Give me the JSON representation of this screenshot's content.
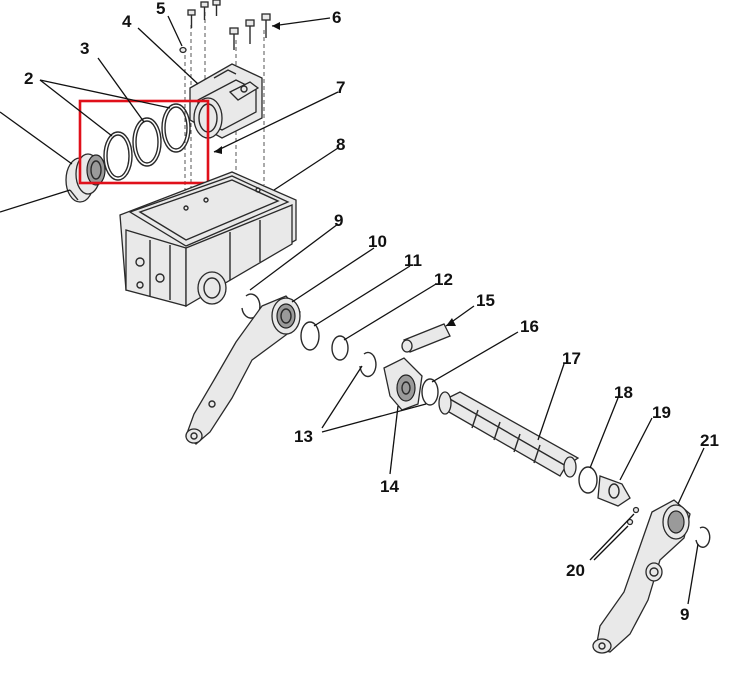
{
  "diagram": {
    "callouts": [
      "2",
      "3",
      "4",
      "5",
      "6",
      "7",
      "8",
      "9",
      "10",
      "11",
      "12",
      "15",
      "16",
      "17",
      "18",
      "19",
      "13",
      "14",
      "20",
      "21",
      "9"
    ],
    "highlight_color": "#e0101a"
  }
}
